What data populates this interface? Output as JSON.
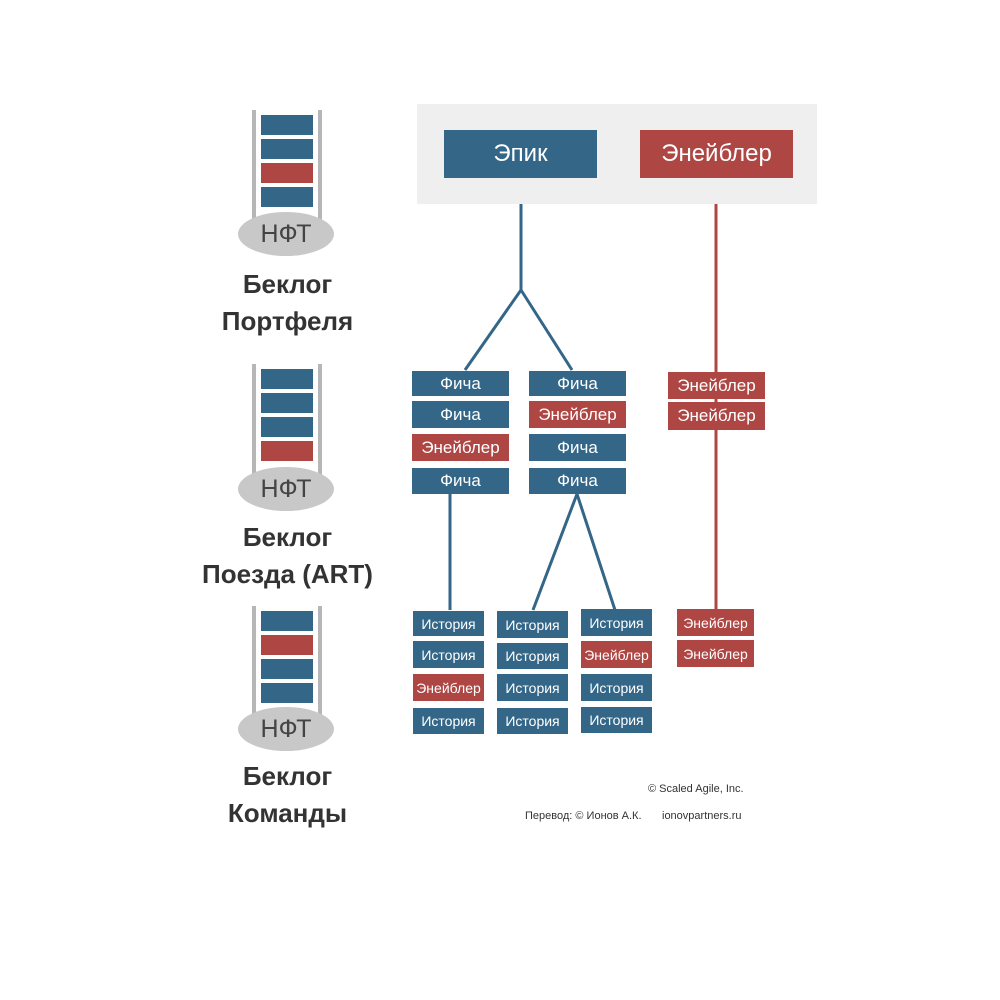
{
  "levels": [
    {
      "nft": "НФТ",
      "line1": "Беклог",
      "line2": "Портфеля"
    },
    {
      "nft": "НФТ",
      "line1": "Беклог",
      "line2": "Поезда (ART)"
    },
    {
      "nft": "НФТ",
      "line1": "Беклог",
      "line2": "Команды"
    }
  ],
  "portfolio": {
    "epic": "Эпик",
    "enabler": "Энейблер"
  },
  "features": {
    "col1": [
      "Фича",
      "Фича",
      "Энейблер",
      "Фича"
    ],
    "col2": [
      "Фича",
      "Энейблер",
      "Фича",
      "Фича"
    ],
    "col3": [
      "Энейблер",
      "Энейблер"
    ]
  },
  "stories": {
    "col1": [
      "История",
      "История",
      "Энейблер",
      "История"
    ],
    "col2": [
      "История",
      "История",
      "История",
      "История"
    ],
    "col3": [
      "История",
      "Энейблер",
      "История",
      "История"
    ],
    "col4": [
      "Энейблер",
      "Энейблер"
    ]
  },
  "credits": {
    "copyright": "© Scaled Agile,  Inc.",
    "translation": "Перевод: © Ионов А.К.",
    "site": "ionovpartners.ru"
  },
  "colors": {
    "blue": "#336687",
    "red": "#ae4744",
    "band": "#efefef",
    "nft_oval": "#c8c8c8"
  }
}
